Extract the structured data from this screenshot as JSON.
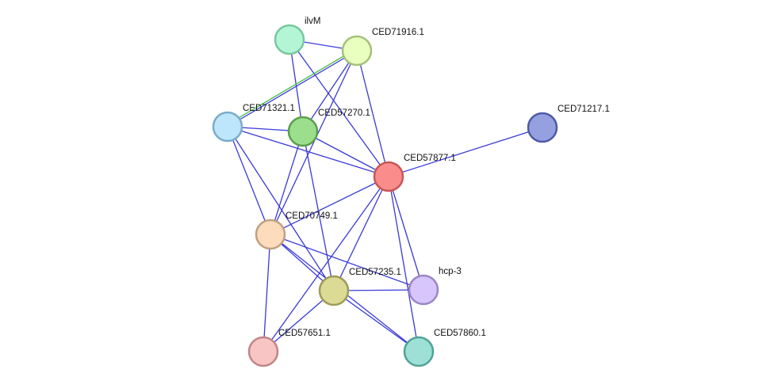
{
  "network": {
    "nodes": [
      {
        "id": "ilvM",
        "label": "ilvM",
        "fill": "#b3f5d5",
        "stroke": "#78c79e"
      },
      {
        "id": "CED71916.1",
        "label": "CED71916.1",
        "fill": "#e8ffc0",
        "stroke": "#a5c07a"
      },
      {
        "id": "CED71321.1",
        "label": "CED71321.1",
        "fill": "#bde6fb",
        "stroke": "#7aabc9"
      },
      {
        "id": "CED57270.1",
        "label": "CED57270.1",
        "fill": "#9bde8c",
        "stroke": "#5b9e4e"
      },
      {
        "id": "CED71217.1",
        "label": "CED71217.1",
        "fill": "#94a0e0",
        "stroke": "#4e5aa6"
      },
      {
        "id": "CED57877.1",
        "label": "CED57877.1",
        "fill": "#fa8c8c",
        "stroke": "#c75656"
      },
      {
        "id": "CED70749.1",
        "label": "CED70749.1",
        "fill": "#fddcbe",
        "stroke": "#c0a080"
      },
      {
        "id": "CED57235.1",
        "label": "CED57235.1",
        "fill": "#dcdb96",
        "stroke": "#9d9b56"
      },
      {
        "id": "hcp-3",
        "label": "hcp-3",
        "fill": "#d6c6fb",
        "stroke": "#9a86c4"
      },
      {
        "id": "CED57651.1",
        "label": "CED57651.1",
        "fill": "#f8c4c4",
        "stroke": "#c08686"
      },
      {
        "id": "CED57860.1",
        "label": "CED57860.1",
        "fill": "#9ee0d6",
        "stroke": "#4fa396"
      }
    ],
    "edge_color": "#3a3ad8",
    "alt_edge_color": "#44bb44",
    "edges": [
      [
        "ilvM",
        "CED71916.1"
      ],
      [
        "ilvM",
        "CED57270.1"
      ],
      [
        "ilvM",
        "CED57877.1"
      ],
      [
        "CED71916.1",
        "CED71321.1"
      ],
      [
        "CED71916.1",
        "CED57270.1"
      ],
      [
        "CED71916.1",
        "CED57877.1"
      ],
      [
        "CED71916.1",
        "CED70749.1"
      ],
      [
        "CED71321.1",
        "CED57270.1"
      ],
      [
        "CED71321.1",
        "CED57877.1"
      ],
      [
        "CED71321.1",
        "CED70749.1"
      ],
      [
        "CED71321.1",
        "CED57235.1"
      ],
      [
        "CED57270.1",
        "CED57877.1"
      ],
      [
        "CED57270.1",
        "CED70749.1"
      ],
      [
        "CED57270.1",
        "CED57235.1"
      ],
      [
        "CED71217.1",
        "CED57877.1"
      ],
      [
        "CED57877.1",
        "CED70749.1"
      ],
      [
        "CED57877.1",
        "CED57235.1"
      ],
      [
        "CED57877.1",
        "hcp-3"
      ],
      [
        "CED57877.1",
        "CED57860.1"
      ],
      [
        "CED57877.1",
        "CED57651.1"
      ],
      [
        "CED70749.1",
        "CED57235.1"
      ],
      [
        "CED70749.1",
        "hcp-3"
      ],
      [
        "CED70749.1",
        "CED57651.1"
      ],
      [
        "CED70749.1",
        "CED57860.1"
      ],
      [
        "CED57235.1",
        "hcp-3"
      ],
      [
        "CED57235.1",
        "CED57651.1"
      ],
      [
        "CED57235.1",
        "CED57860.1"
      ]
    ],
    "double_edges": [
      [
        "CED71916.1",
        "CED71321.1"
      ]
    ]
  }
}
